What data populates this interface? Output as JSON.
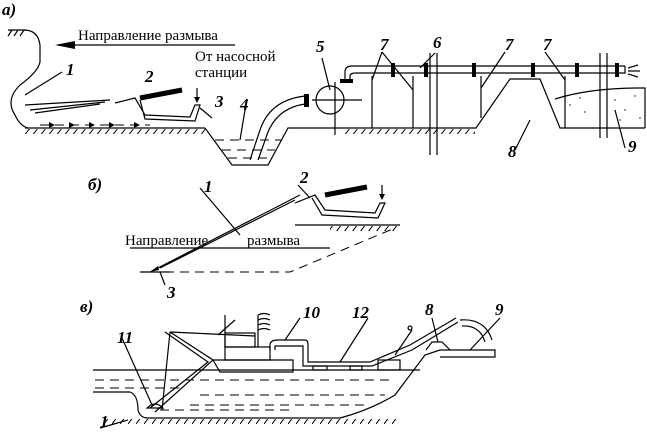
{
  "panel_a": {
    "label": "а)",
    "direction_text": "Направление размыва",
    "source_line1": "От насосной",
    "source_line2": "станции",
    "numbers": [
      "1",
      "2",
      "3",
      "4",
      "5",
      "6",
      "7",
      "7",
      "7",
      "8",
      "9"
    ]
  },
  "panel_b": {
    "label": "б)",
    "direction_word1": "Направление",
    "direction_word2": "размыва",
    "numbers": [
      "1",
      "2",
      "3"
    ]
  },
  "panel_c": {
    "label": "в)",
    "numbers": [
      "10",
      "12",
      "8",
      "9",
      "11",
      "1"
    ]
  }
}
